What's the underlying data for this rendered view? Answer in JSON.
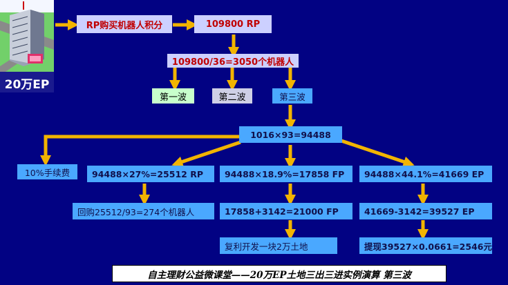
{
  "entity": {
    "label": "20万EP"
  },
  "flow": {
    "rp_purchase": "RP购买机器人积分",
    "rp_amount": "109800 RP",
    "robot_count": "109800/36=3050个机器人",
    "wave1": "第一波",
    "wave2": "第二波",
    "wave3": "第三波",
    "total": "1016×93=94488",
    "fee": "10%手续费",
    "branch_rp": "94488×27%=25512 RP",
    "branch_fp": "94488×18.9%=17858 FP",
    "branch_ep": "94488×44.1%=41669 EP",
    "buyback": "回购25512/93=274个机器人",
    "fp_sum": "17858+3142=21000 FP",
    "ep_sub": "41669-3142=39527 EP",
    "compound": "复利开发一块2万土地",
    "withdraw": "提现39527×0.0661=2546元"
  },
  "footer": {
    "caption": "自主理财公益微课堂——20万EP土地三出三进实例演算 第三波"
  },
  "colors": {
    "background": "#020283",
    "arrow": "#f2b400",
    "node_blue": "#4aa8ff",
    "node_light": "#ccd0ff",
    "node_green": "#c8ffcc",
    "text_red": "#c00000"
  }
}
